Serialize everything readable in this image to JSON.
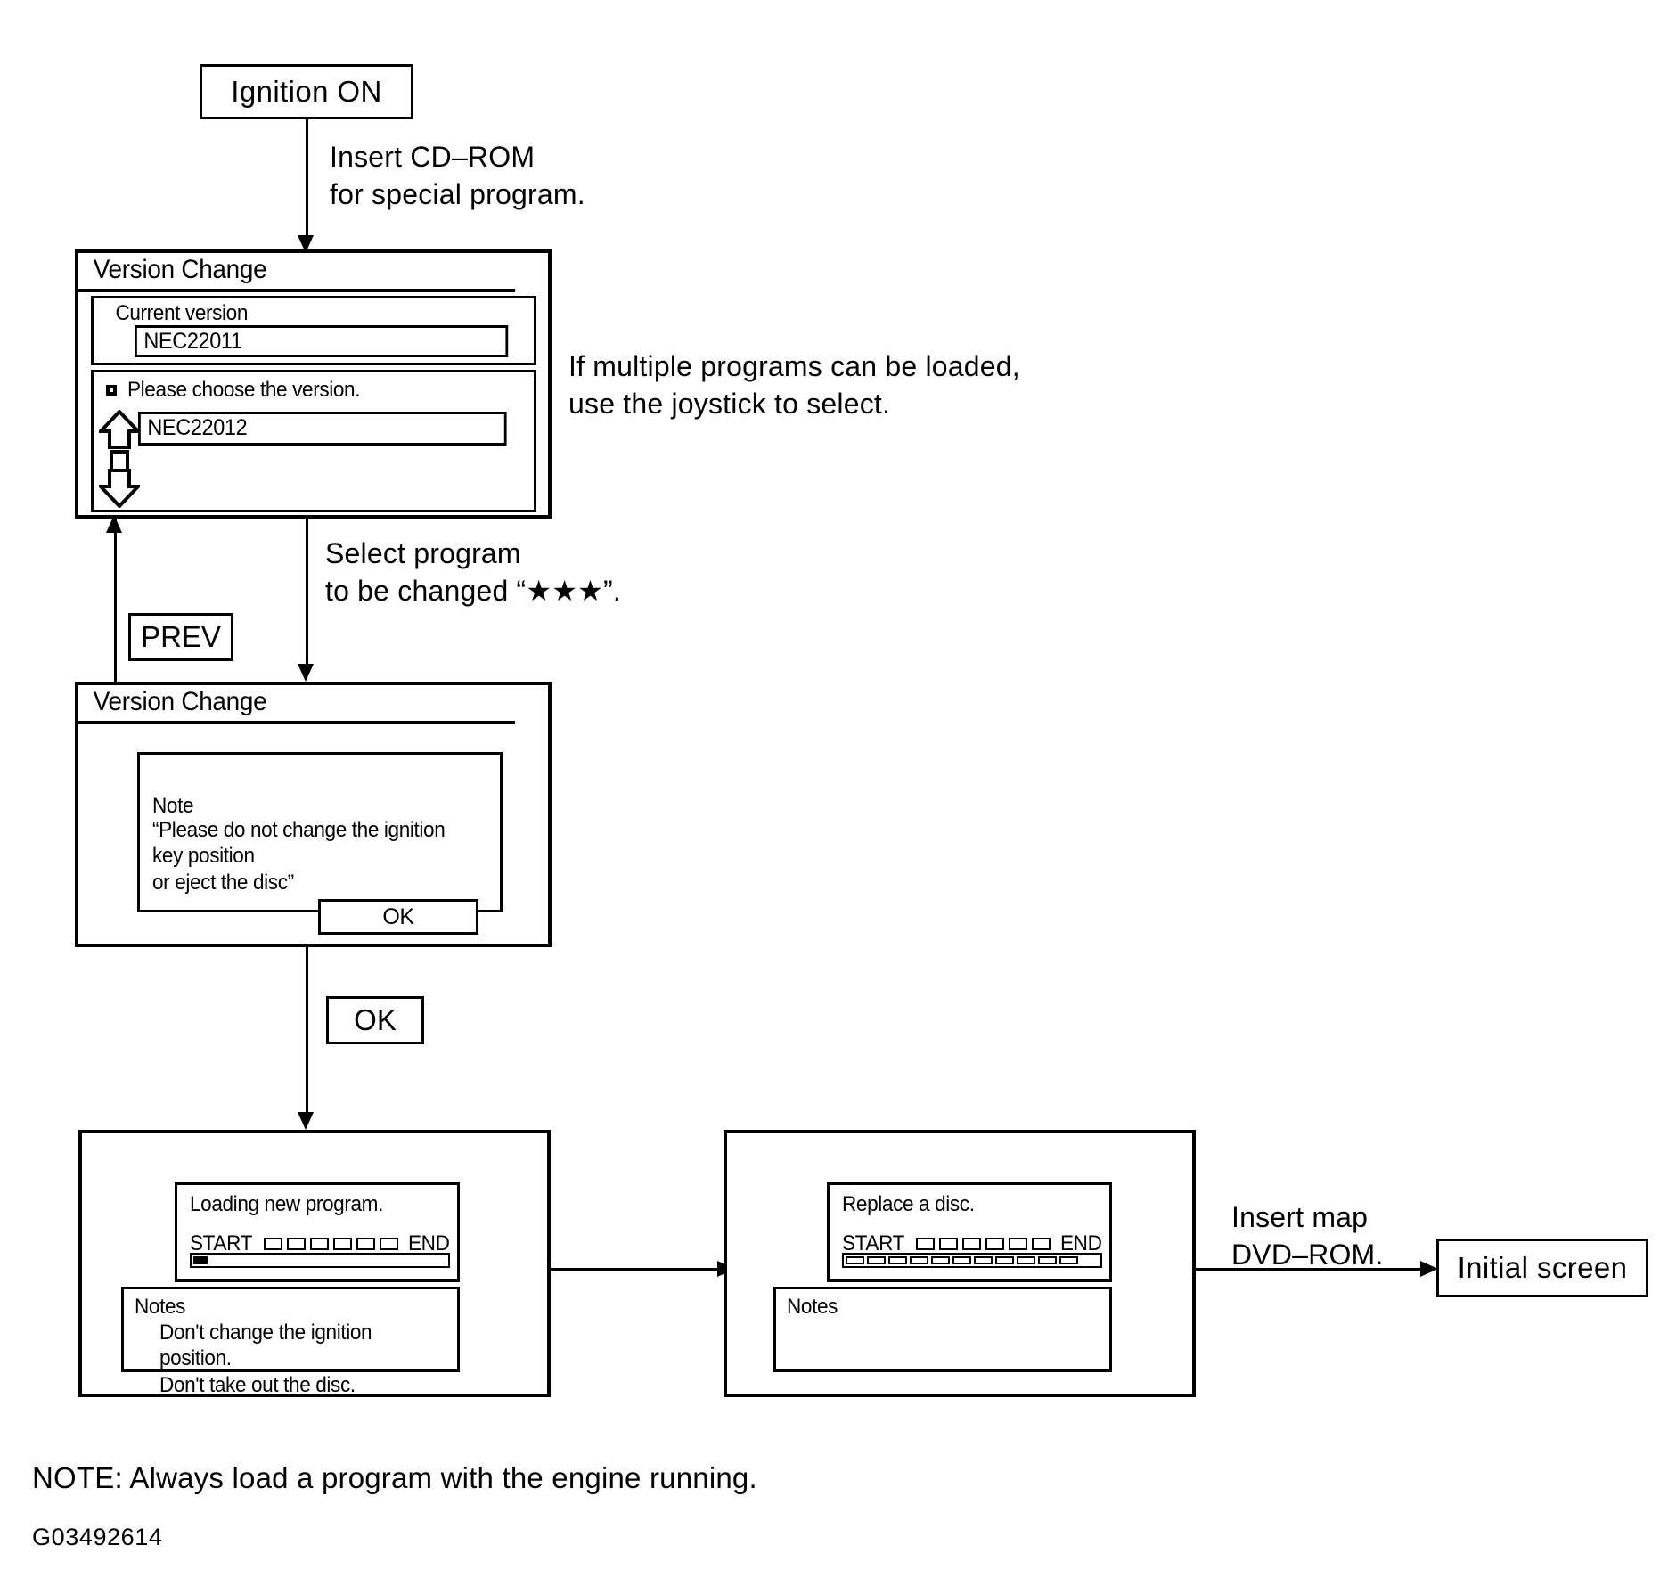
{
  "diagram": {
    "id_code": "G03492614",
    "footer_note": "NOTE: Always load a program with the engine running."
  },
  "nodes": {
    "ignition_on": {
      "label": "Ignition ON"
    },
    "initial_screen": {
      "label": "Initial screen"
    },
    "prev_button": {
      "label": "PREV"
    },
    "ok_button": {
      "label": "OK"
    }
  },
  "edges": {
    "insert_cdrom": "Insert CD–ROM\nfor special program.",
    "select_program": "Select program\nto be changed “★★★”.",
    "insert_map": "Insert map\nDVD–ROM."
  },
  "annotations": {
    "multiple_programs": "If multiple programs can be loaded,\nuse the joystick to select."
  },
  "screen_version_select": {
    "title": "Version Change",
    "current_version_label": "Current version",
    "current_version_value": "NEC22011",
    "choose_label": "Please choose the version.",
    "list_item": "NEC22012"
  },
  "screen_version_note": {
    "title": "Version Change",
    "note_heading": "Note",
    "note_body": "“Please do not change the ignition key position\nor eject the disc”",
    "ok_label": "OK"
  },
  "screen_loading": {
    "heading": "Loading new program.",
    "progress_start": "START",
    "progress_end": "END",
    "segments": 6,
    "segments_filled": 0,
    "bar_percent": 5,
    "notes_heading": "Notes",
    "notes_body": "Don't change the ignition position.\nDon't take out the disc."
  },
  "screen_replace": {
    "heading": "Replace a disc.",
    "progress_start": "START",
    "progress_end": "END",
    "segments": 6,
    "segments_filled": 0,
    "ticks": 12,
    "notes_heading": "Notes",
    "notes_body": ""
  }
}
